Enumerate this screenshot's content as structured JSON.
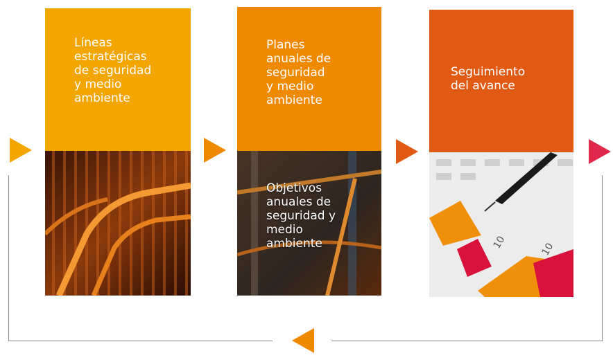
{
  "steps": [
    {
      "label": "Líneas\nestratégicas\nde seguridad\ny medio\nambiente",
      "color": "#f3a500"
    },
    {
      "label": "Planes\nanuales de\nseguridad\ny medio\nambiente",
      "color": "#ef8a00",
      "photo_label": "Objetivos\nanuales de\nseguridad y\nmedio\nambiente"
    },
    {
      "label": "Seguimiento\ndel avance",
      "color": "#e05a13"
    }
  ],
  "arrow_colors": [
    "#f3a500",
    "#ef8a00",
    "#e05a13",
    "#e0294a",
    "#ef8a00"
  ]
}
